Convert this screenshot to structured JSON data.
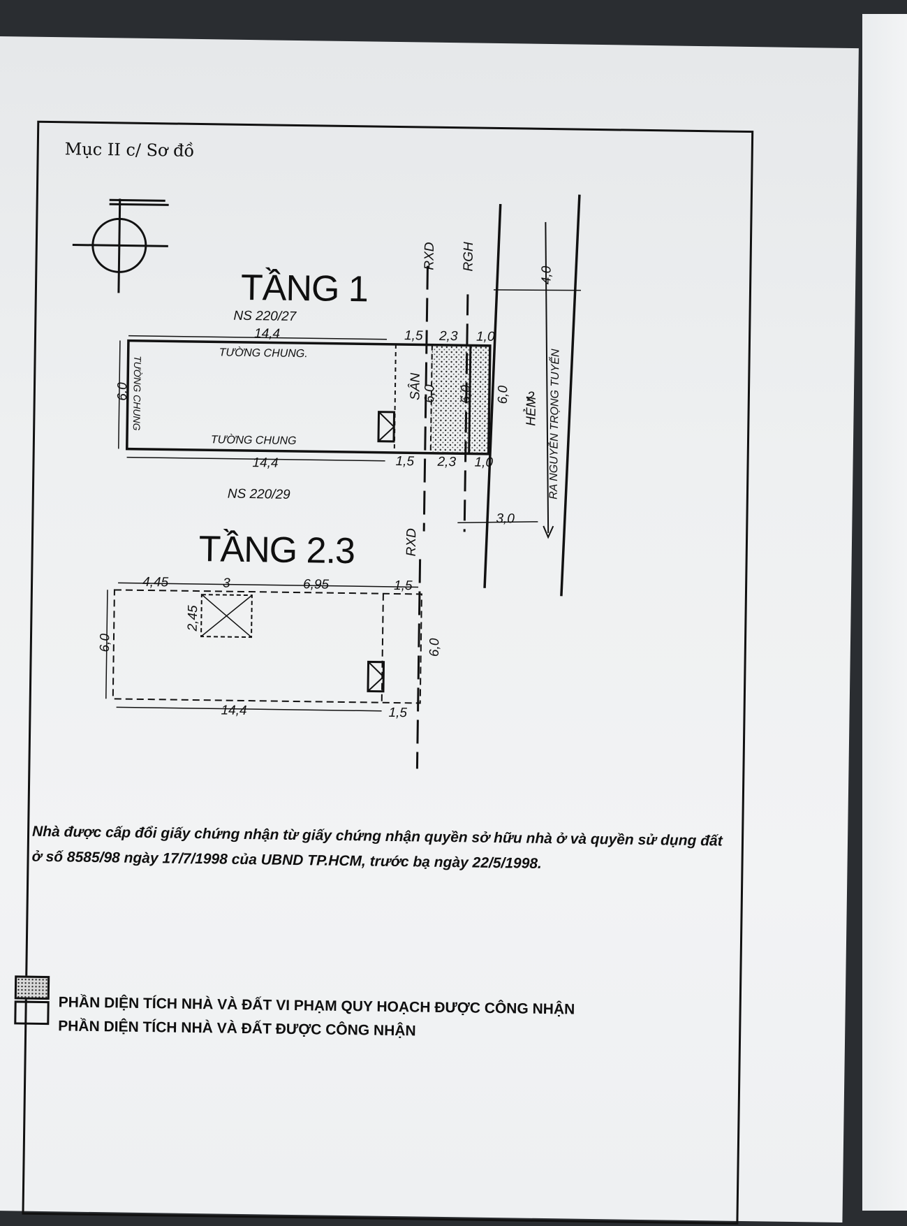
{
  "section_title": "Mục II c/ Sơ đồ",
  "floor1": {
    "title": "TẦNG 1",
    "neighbor_top": "NS 220/27",
    "neighbor_bottom": "NS 220/29",
    "wall_top": "TƯỜNG CHUNG.",
    "wall_bottom": "TƯỜNG CHUNG",
    "wall_left": "TƯỜNG CHUNG",
    "dims": {
      "length_top": "14,4",
      "length_bottom": "14,4",
      "width_left": "6,0",
      "seg_a_top": "1,5",
      "seg_b_top": "2,3",
      "seg_c_top": "1,0",
      "seg_a_bottom": "1,5",
      "seg_b_bottom": "2,3",
      "seg_c_bottom": "1,0",
      "width_yard": "6,0",
      "width_dotted": "6,0",
      "width_right": "6,0",
      "alley_width_top": "4,0",
      "alley_width_bottom": "3,0"
    },
    "labels": {
      "yard": "SÂN",
      "rxd": "RXD",
      "rgh": "RGH",
      "alley": "HẺM",
      "alley_note": "RA NGUYỄN TRỌNG TUYỂN",
      "alley_number": "2"
    }
  },
  "floor23": {
    "title": "TẦNG 2.3",
    "dims": {
      "seg1": "4,45",
      "seg2": "3",
      "seg3": "6,95",
      "seg4": "1,5",
      "void_depth": "2,45",
      "width_left": "6,0",
      "width_right": "6,0",
      "length_bottom": "14,4",
      "seg_bottom_right": "1,5"
    },
    "labels": {
      "rxd": "RXD"
    }
  },
  "note": "Nhà được cấp đổi giấy chứng nhận từ giấy chứng nhận quyền sở hữu nhà ở và quyền sử dụng đất ở số 8585/98 ngày 17/7/1998 của UBND TP.HCM, trước bạ ngày 22/5/1998.",
  "legend": [
    {
      "pattern": "dotted",
      "label": "PHẦN DIỆN TÍCH NHÀ VÀ ĐẤT VI PHẠM QUY HOẠCH ĐƯỢC CÔNG NHẬN"
    },
    {
      "pattern": "plain",
      "label": "PHẦN DIỆN TÍCH NHÀ VÀ ĐẤT ĐƯỢC CÔNG NHẬN"
    }
  ]
}
